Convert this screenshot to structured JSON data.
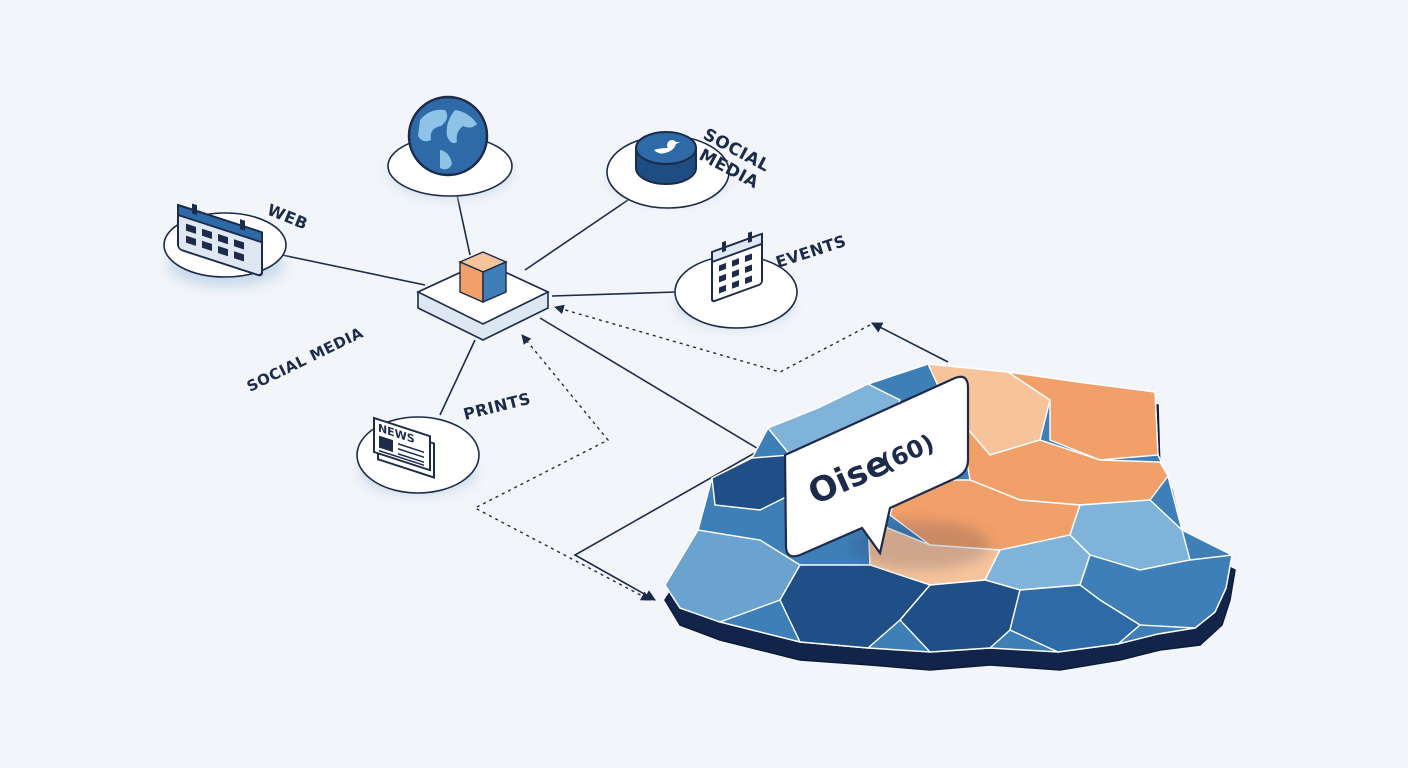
{
  "diagram": {
    "labels": {
      "web": "WEB",
      "social_media_top_1": "SOCIAL",
      "social_media_top_2": "MEDIA",
      "events": "EVENTS",
      "social_media_left": "SOCIAL MEDIA",
      "prints": "PRINTS",
      "news_icon_text": "NEWS"
    },
    "callout": {
      "name": "Oise",
      "code": "(60)"
    }
  },
  "colors": {
    "background": "#f2f5f9",
    "navy": "#1d2b4a",
    "orange": "#f2a06a",
    "light_orange": "#f6c39b",
    "blue": "#3f7fb8",
    "dark_blue": "#1f4f86",
    "light_blue": "#7fb3d9"
  },
  "icons": {
    "hub": "cube-icon",
    "globe": "globe-icon",
    "twitter": "twitter-bird-icon",
    "calendar_left": "calendar-icon",
    "calendar_right": "calendar-icon",
    "newspaper": "newspaper-icon"
  }
}
